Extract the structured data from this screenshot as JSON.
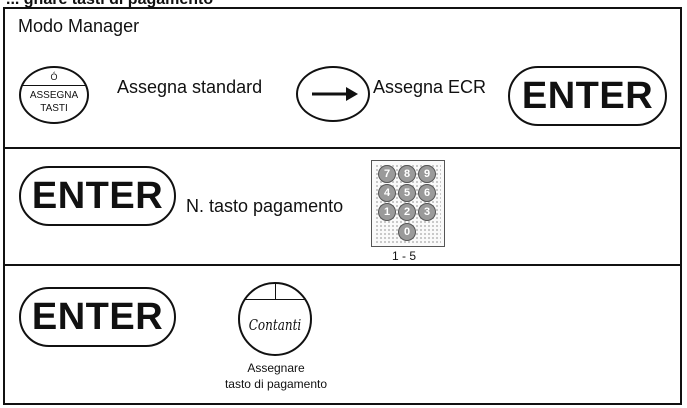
{
  "title_partial": "... gnare tasti di pagamento",
  "section1": {
    "heading": "Modo Manager",
    "key_small_top": "Ó",
    "key_small_line1": "ASSEGNA",
    "key_small_line2": "TASTI",
    "label_standard": "Assegna standard",
    "label_ecr": "Assegna ECR",
    "enter": "ENTER"
  },
  "section2": {
    "enter": "ENTER",
    "label": "N. tasto pagamento",
    "keypad_keys": [
      "7",
      "8",
      "9",
      "4",
      "5",
      "6",
      "1",
      "2",
      "3",
      "0"
    ],
    "range": "1 - 5"
  },
  "section3": {
    "enter": "ENTER",
    "contanti": "Contanti",
    "caption_line1": "Assegnare",
    "caption_line2": "tasto di pagamento"
  },
  "icons": {
    "arrow": "arrow-right-icon",
    "keypad": "numeric-keypad-icon"
  }
}
